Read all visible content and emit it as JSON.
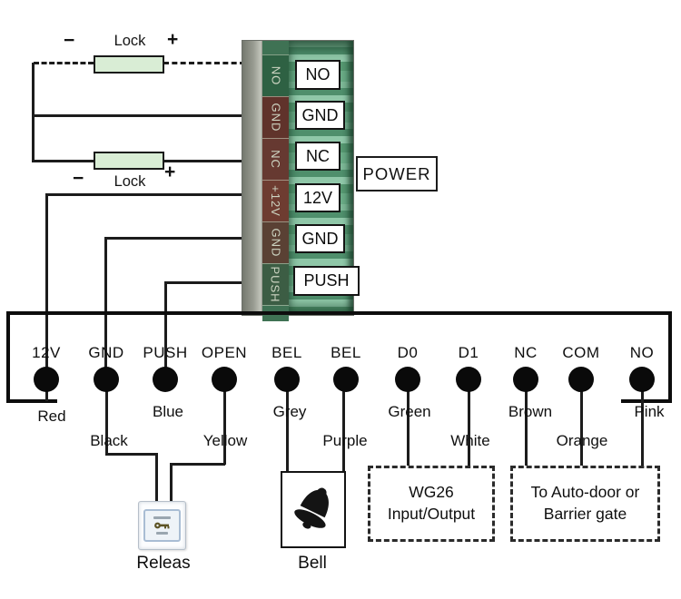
{
  "locks": {
    "top": {
      "minus": "−",
      "label": "Lock",
      "plus": "+"
    },
    "bottom": {
      "minus": "−",
      "label": "Lock",
      "plus": "+"
    }
  },
  "terminal_block": {
    "silkscreen": [
      "NO",
      "GND",
      "NC",
      "+12V",
      "GND",
      "PUSH"
    ],
    "labels": [
      "NO",
      "GND",
      "NC",
      "12V",
      "GND",
      "PUSH"
    ],
    "power": "POWER"
  },
  "controller": {
    "terminals": [
      {
        "name": "12V",
        "wire": "Red"
      },
      {
        "name": "GND",
        "wire": "Black"
      },
      {
        "name": "PUSH",
        "wire": "Blue"
      },
      {
        "name": "OPEN",
        "wire": "Yellow"
      },
      {
        "name": "BEL",
        "wire": "Grey"
      },
      {
        "name": "BEL",
        "wire": "Purple"
      },
      {
        "name": "D0",
        "wire": "Green"
      },
      {
        "name": "D1",
        "wire": "White"
      },
      {
        "name": "NC",
        "wire": "Brown"
      },
      {
        "name": "COM",
        "wire": "Orange"
      },
      {
        "name": "NO",
        "wire": "Pink"
      }
    ]
  },
  "components": {
    "release": {
      "label": "Releas"
    },
    "bell": {
      "label": "Bell"
    },
    "wg26": {
      "line1": "WG26",
      "line2": "Input/Output"
    },
    "autodoor": {
      "line1": "To Auto-door or",
      "line2": "Barrier gate"
    }
  },
  "palette": {
    "lock_fill": "#d9edd5",
    "pcb_green": "#559770",
    "pcb_brown": "#663931",
    "wire_color": "#1c1c1c"
  }
}
